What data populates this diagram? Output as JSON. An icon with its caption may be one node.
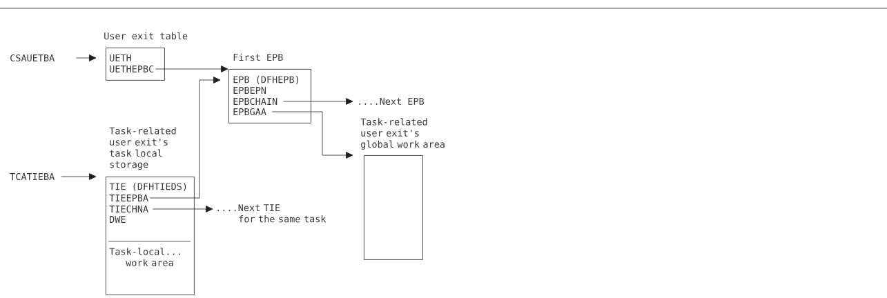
{
  "diagram": {
    "nodes": [
      {
        "text": [
          "CSAUETBA"
        ]
      },
      {
        "text": [
          "User exit table",
          "UETH",
          "UETHEPBC"
        ]
      },
      {
        "text": [
          "First EPB",
          "EPB (DFHEPB)",
          "EPBEPN",
          "EPBCHAIN",
          "EPBGAA"
        ]
      },
      {
        "text": [
          "....Next EPB"
        ]
      },
      {
        "text": [
          "TCATIEBA"
        ]
      },
      {
        "text": [
          "Task-related user exit's task local storage",
          "TIE (DFHTIEDS)",
          "TIEEPBA",
          "TIECHNA",
          "DWE",
          "Task-local... work area"
        ]
      },
      {
        "text": [
          "....Next TIE for the same task"
        ]
      },
      {
        "text": [
          "Task-related user exit's global work area"
        ]
      }
    ],
    "edges": [
      {
        "from": 0,
        "to": 1,
        "arrow": "to"
      },
      {
        "from": 1,
        "to": 2,
        "arrow": "to"
      },
      {
        "from": 5,
        "to": 2,
        "arrow": "to"
      },
      {
        "from": 2,
        "to": 3,
        "arrow": "to"
      },
      {
        "from": 2,
        "to": 7,
        "arrow": "to"
      },
      {
        "from": 4,
        "to": 5,
        "arrow": "to"
      },
      {
        "from": 5,
        "to": 6,
        "arrow": "to"
      }
    ]
  }
}
